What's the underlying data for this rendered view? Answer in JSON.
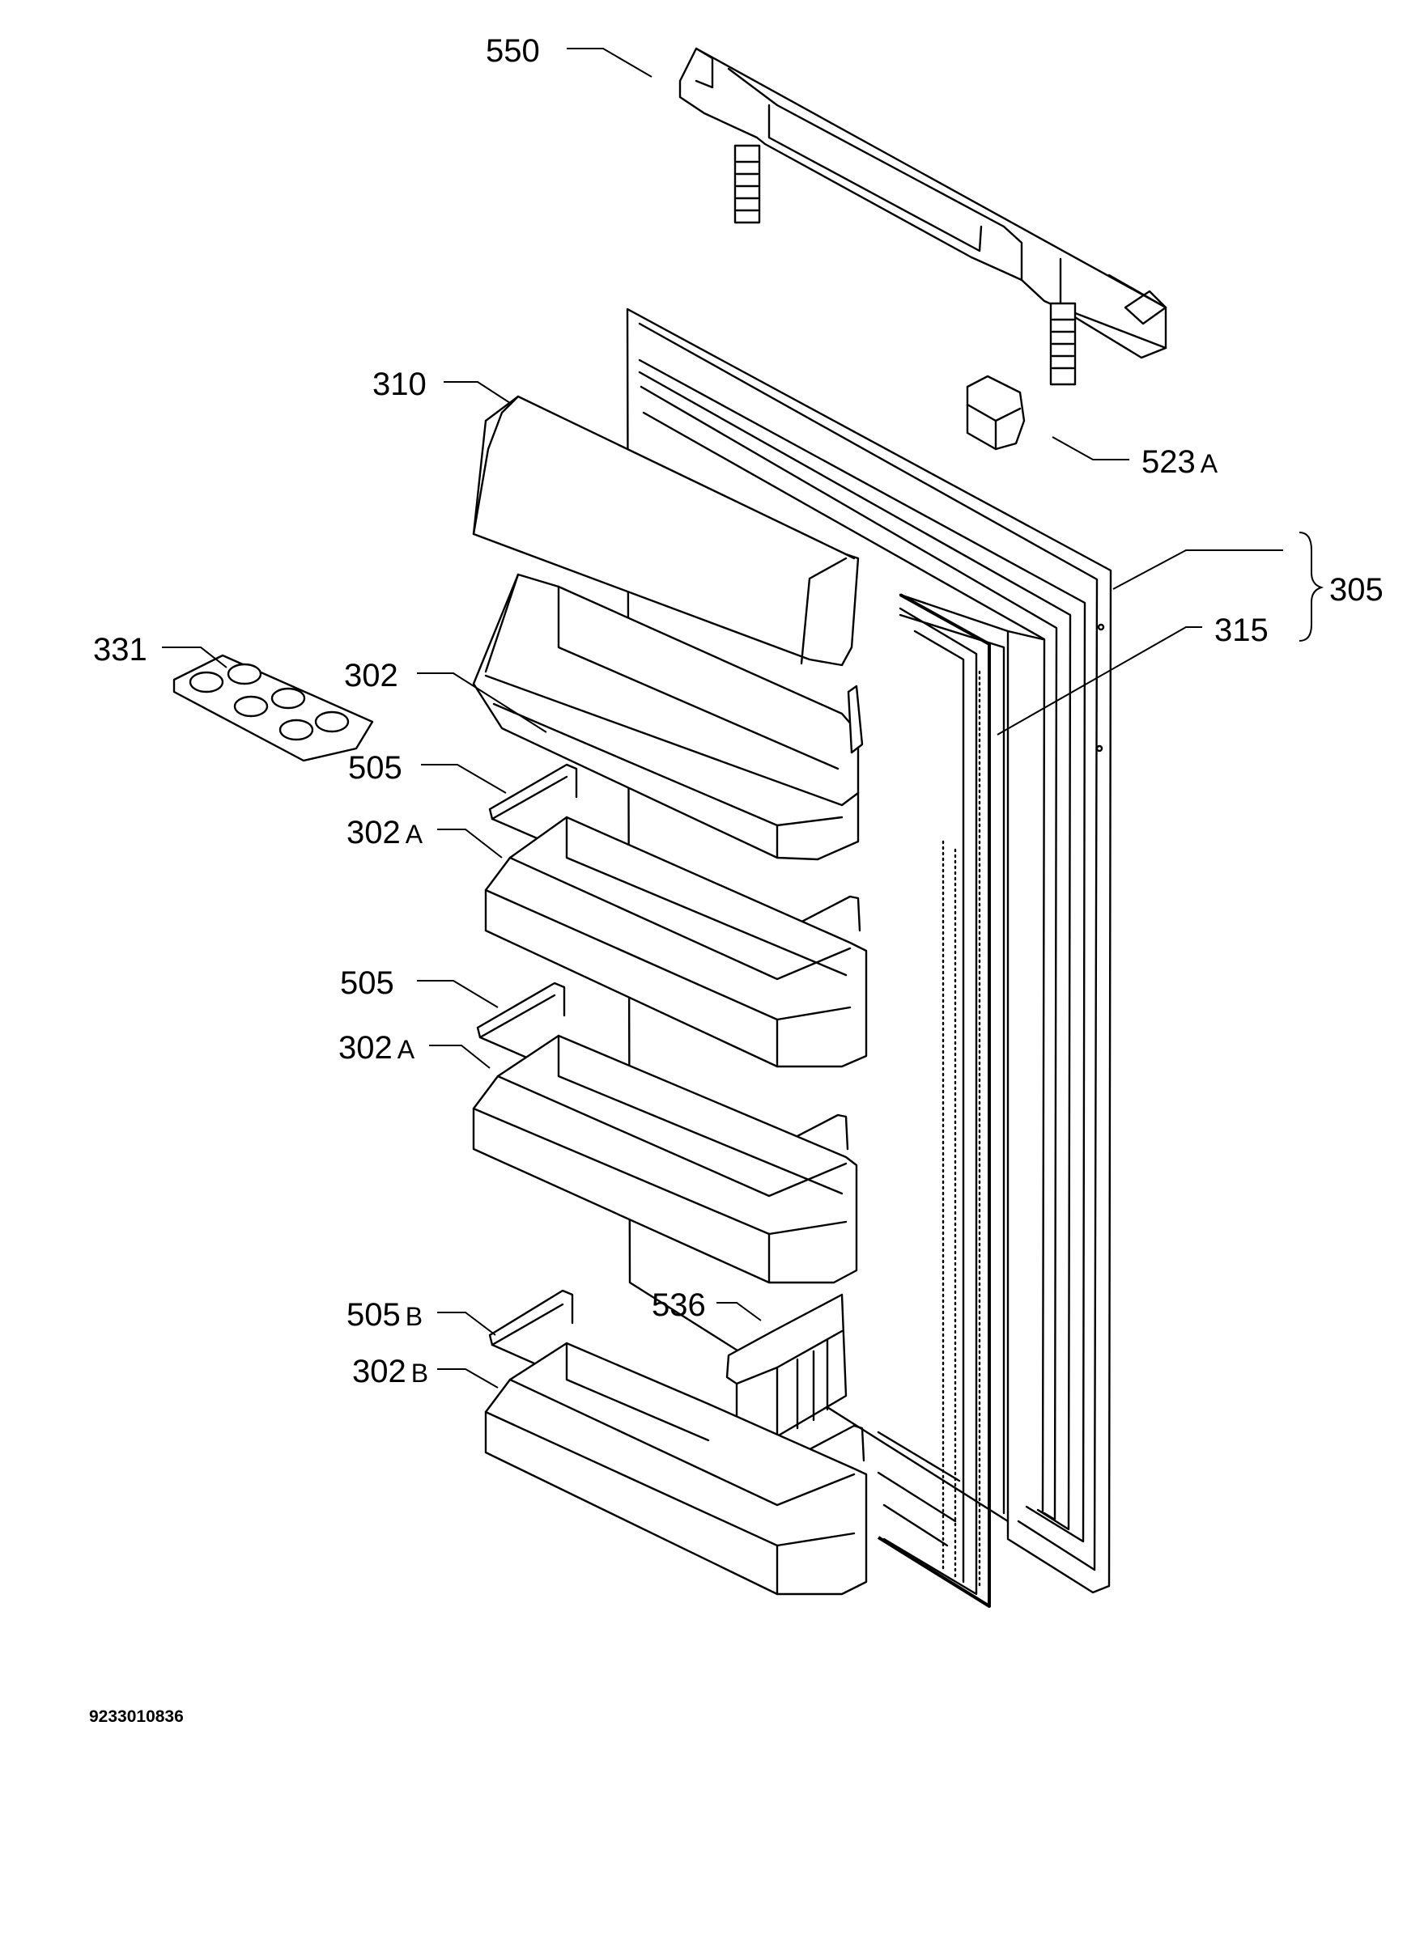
{
  "drawing_code": "9233010836",
  "callouts": [
    {
      "id": "c550",
      "number": "550",
      "suffix": ""
    },
    {
      "id": "c310",
      "number": "310",
      "suffix": ""
    },
    {
      "id": "c523a",
      "number": "523",
      "suffix": "A"
    },
    {
      "id": "c305",
      "number": "305",
      "suffix": ""
    },
    {
      "id": "c315",
      "number": "315",
      "suffix": ""
    },
    {
      "id": "c331",
      "number": "331",
      "suffix": ""
    },
    {
      "id": "c302",
      "number": "302",
      "suffix": ""
    },
    {
      "id": "c505a",
      "number": "505",
      "suffix": ""
    },
    {
      "id": "c302a1",
      "number": "302",
      "suffix": "A"
    },
    {
      "id": "c505b",
      "number": "505",
      "suffix": ""
    },
    {
      "id": "c302a2",
      "number": "302",
      "suffix": "A"
    },
    {
      "id": "c505B",
      "number": "505",
      "suffix": "B"
    },
    {
      "id": "c536",
      "number": "536",
      "suffix": ""
    },
    {
      "id": "c302B",
      "number": "302",
      "suffix": "B"
    }
  ]
}
